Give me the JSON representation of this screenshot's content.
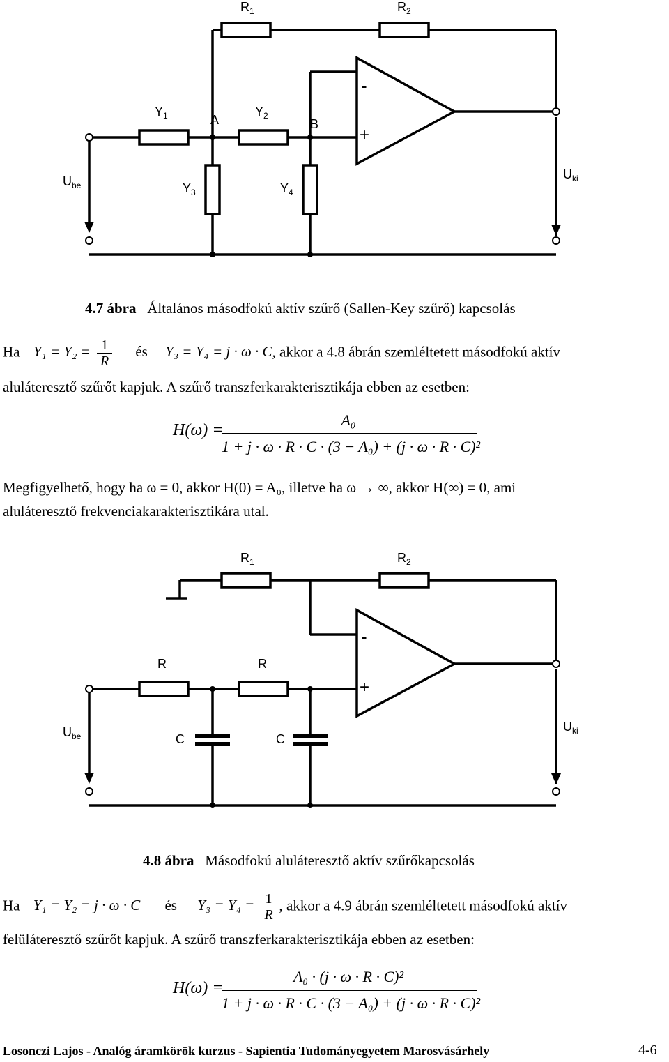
{
  "figure1": {
    "labels": {
      "r1": "R",
      "r1_sub": "1",
      "r2": "R",
      "r2_sub": "2",
      "y1": "Y",
      "y1_sub": "1",
      "y2": "Y",
      "y2_sub": "2",
      "y3": "Y",
      "y3_sub": "3",
      "y4": "Y",
      "y4_sub": "4",
      "node_a": "A",
      "node_b": "B",
      "u_in": "U",
      "u_in_sub": "be",
      "u_out": "U",
      "u_out_sub": "ki",
      "minus": "-",
      "plus": "+"
    },
    "caption_num": "4.7 ábra",
    "caption_text": "Általános másodfokú aktív szűrő (Sallen-Key szűrő) kapcsolás"
  },
  "text1": {
    "ha": "Ha",
    "cond1_lhs": "Y₁ = Y₂ =",
    "cond1_num": "1",
    "cond1_den": "R",
    "es": "és",
    "cond2": "Y₃ = Y₄ = j · ω · C",
    "rest": ", akkor a 4.8 ábrán szemléltetett másodfokú aktív",
    "line2": "aluláteresztő szűrőt kapjuk. A szűrő transzferkarakterisztikája ebben az esetben:"
  },
  "formula1": {
    "lhs": "H(ω) =",
    "numerator": "A₀",
    "denominator": "1 + j · ω · R · C · (3 − A₀) + (j · ω · R · C)²"
  },
  "text2": {
    "line1": "Megfigyelhető, hogy ha  ω = 0,  akkor  H(0) = A₀,  illetve ha  ω → ∞,  akkor  H(∞) = 0,  ami",
    "line2": "aluláteresztő frekvenciakarakterisztikára utal."
  },
  "figure2": {
    "labels": {
      "r1": "R",
      "r1_sub": "1",
      "r2": "R",
      "r2_sub": "2",
      "ra": "R",
      "rb": "R",
      "ca": "C",
      "cb": "C",
      "u_in": "U",
      "u_in_sub": "be",
      "u_out": "U",
      "u_out_sub": "ki",
      "minus": "-",
      "plus": "+"
    },
    "caption_num": "4.8 ábra",
    "caption_text": "Másodfokú aluláteresztő aktív szűrőkapcsolás"
  },
  "text3": {
    "ha": "Ha",
    "cond1": "Y₁ = Y₂ = j · ω · C",
    "es": "és",
    "cond2_lhs": "Y₃ = Y₄ =",
    "cond2_num": "1",
    "cond2_den": "R",
    "rest": ", akkor a 4.9 ábrán szemléltetett másodfokú aktív",
    "line2": "felüláteresztő szűrőt kapjuk. A szűrő transzferkarakterisztikája ebben az esetben:"
  },
  "formula2": {
    "lhs": "H(ω) =",
    "numerator": "A₀ · (j · ω · R · C)²",
    "denominator": "1 + j · ω · R · C · (3 − A₀) + (j · ω · R · C)²"
  },
  "footer": {
    "text": "Losonczi Lajos - Analóg áramkörök kurzus - Sapientia Tudományegyetem Marosvásárhely",
    "page": "4-6"
  }
}
